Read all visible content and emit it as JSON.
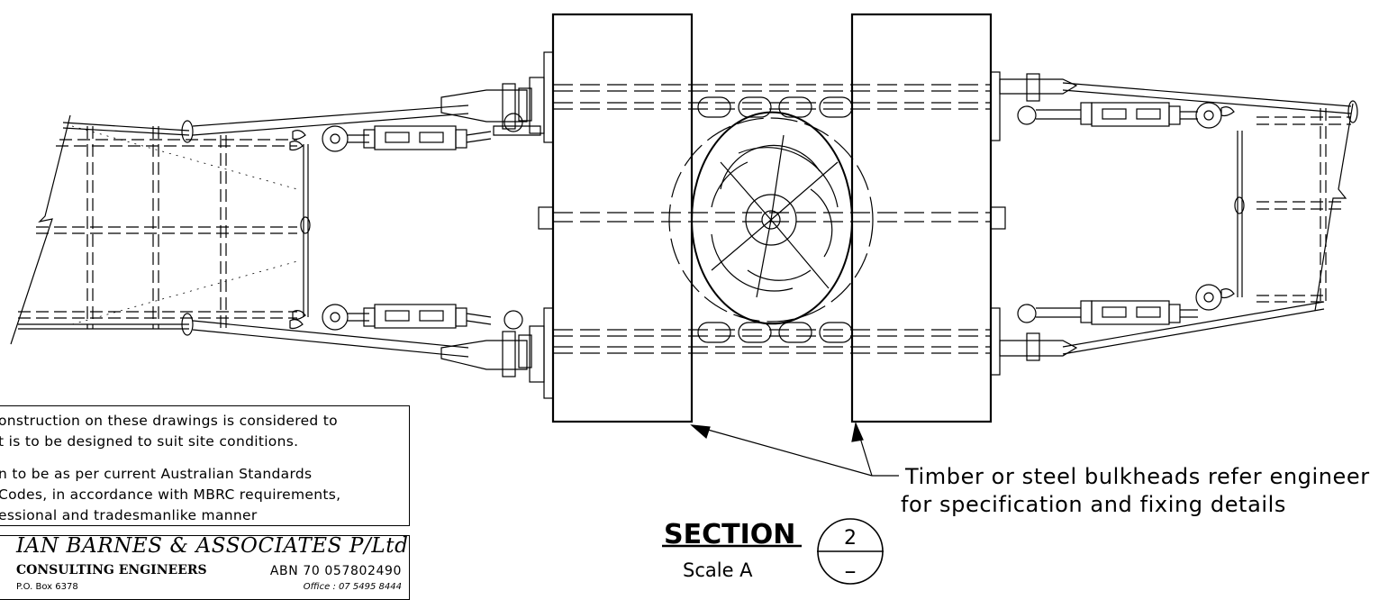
{
  "callout": {
    "line1": "Timber or steel bulkheads refer engineer",
    "line2": "for specification and fixing details"
  },
  "section": {
    "title": "SECTION",
    "scale": "Scale A",
    "number": "2",
    "sheet": "–"
  },
  "notes": [
    "onstruction on these drawings is considered to",
    "t is to be designed to suit site conditions.",
    "n to be as per current Australian Standards",
    "Codes, in accordance with MBRC requirements,",
    "essional and tradesmanlike manner"
  ],
  "titleblock": {
    "firm": "IAN BARNES & ASSOCIATES P/Ltd",
    "subtitle": "CONSULTING ENGINEERS",
    "abn": "ABN 70 057802490",
    "pobox": "P.O. Box 6378",
    "office": "Office : 07 5495 8444"
  }
}
